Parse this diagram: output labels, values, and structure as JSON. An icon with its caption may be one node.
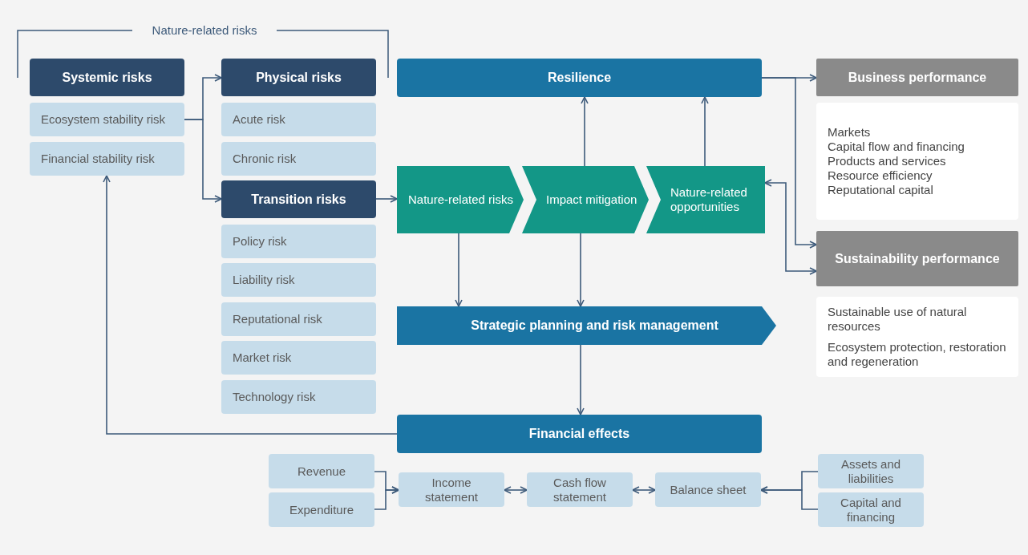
{
  "diagram": {
    "nodes": [
      {
        "text": [
          "Systemic risks"
        ]
      },
      {
        "text": [
          "Ecosystem stability risk"
        ]
      },
      {
        "text": [
          "Financial stability risk"
        ]
      },
      {
        "text": [
          "Physical risks"
        ]
      },
      {
        "text": [
          "Acute risk"
        ]
      },
      {
        "text": [
          "Chronic risk"
        ]
      },
      {
        "text": [
          "Transition risks"
        ]
      },
      {
        "text": [
          "Policy risk"
        ]
      },
      {
        "text": [
          "Liability risk"
        ]
      },
      {
        "text": [
          "Reputational risk"
        ]
      },
      {
        "text": [
          "Market risk"
        ]
      },
      {
        "text": [
          "Technology risk"
        ]
      },
      {
        "text": [
          "Resilience"
        ]
      },
      {
        "text": [
          "Nature-related risks"
        ]
      },
      {
        "text": [
          "Impact mitigation"
        ]
      },
      {
        "text": [
          "Nature-related opportunities"
        ]
      },
      {
        "text": [
          "Strategic planning and risk management"
        ]
      },
      {
        "text": [
          "Financial effects"
        ]
      },
      {
        "text": [
          "Business performance"
        ]
      },
      {
        "text": [
          "Markets",
          "Capital flow and financing",
          "Products and services",
          "Resource efficiency",
          "Reputational capital"
        ]
      },
      {
        "text": [
          "Sustainability performance"
        ]
      },
      {
        "text": [
          "Sustainable use of natural resources",
          "Ecosystem protection, restoration and regeneration"
        ]
      },
      {
        "text": [
          "Revenue"
        ]
      },
      {
        "text": [
          "Expenditure"
        ]
      },
      {
        "text": [
          "Income statement"
        ]
      },
      {
        "text": [
          "Cash flow statement"
        ]
      },
      {
        "text": [
          "Balance sheet"
        ]
      },
      {
        "text": [
          "Assets and liabilities"
        ]
      },
      {
        "text": [
          "Capital and financing"
        ]
      }
    ],
    "edges": [
      {
        "from": 1,
        "to": 3,
        "arrow": "to"
      },
      {
        "from": 1,
        "to": 6,
        "arrow": "to"
      },
      {
        "from": 6,
        "to": 13,
        "arrow": "to"
      },
      {
        "from": 14,
        "to": 12,
        "arrow": "to"
      },
      {
        "from": 15,
        "to": 12,
        "arrow": "to"
      },
      {
        "from": 13,
        "to": 16,
        "arrow": "to"
      },
      {
        "from": 14,
        "to": 16,
        "arrow": "to"
      },
      {
        "from": 16,
        "to": 17,
        "arrow": "to"
      },
      {
        "from": 17,
        "to": 2,
        "arrow": "to"
      },
      {
        "from": 12,
        "to": 18,
        "arrow": "to"
      },
      {
        "from": 12,
        "to": 20,
        "arrow": "to"
      },
      {
        "from": 15,
        "to": 20,
        "arrow": "both"
      },
      {
        "from": 22,
        "to": 24,
        "arrow": "to"
      },
      {
        "from": 23,
        "to": 24,
        "arrow": "to"
      },
      {
        "from": 24,
        "to": 25,
        "arrow": "both"
      },
      {
        "from": 25,
        "to": 26,
        "arrow": "both"
      },
      {
        "from": 27,
        "to": 26,
        "arrow": "to"
      },
      {
        "from": 28,
        "to": 26,
        "arrow": "to"
      }
    ],
    "labels": [
      "Nature-related risks"
    ]
  }
}
